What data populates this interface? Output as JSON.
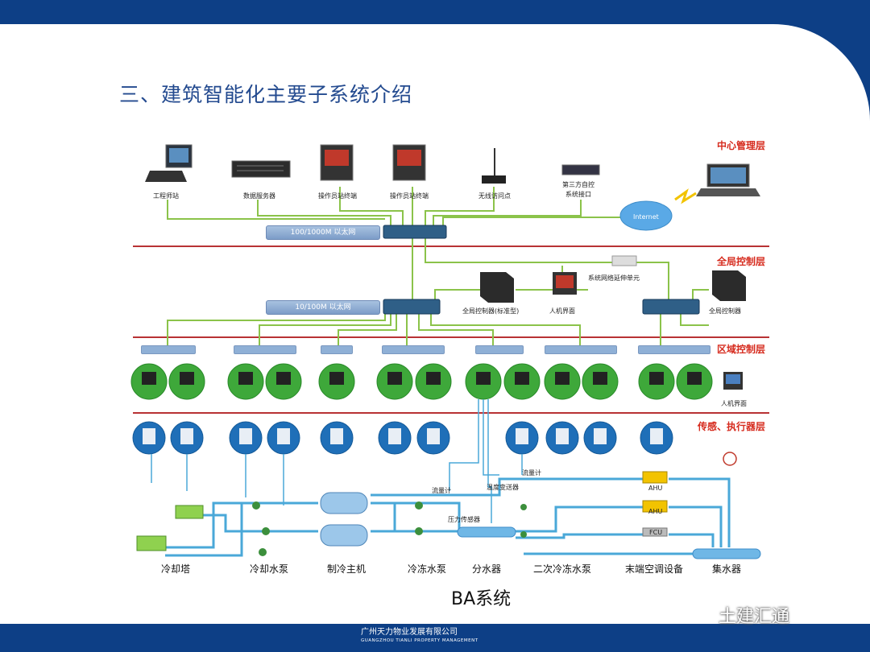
{
  "title": "三、建筑智能化主要子系统介绍",
  "layers": {
    "center": "中心管理层",
    "global": "全局控制层",
    "zone": "区域控制层",
    "sensor": "传感、执行器层"
  },
  "networks": {
    "gigabit": "100/1000M 以太网",
    "fast": "10/100M 以太网"
  },
  "center_devices": [
    "工程师站",
    "数据服务器",
    "操作员站终端",
    "操作员站终端",
    "无线访问点"
  ],
  "third_party": [
    "第三方自控",
    "系统接口"
  ],
  "internet": "Internet",
  "global_devices": {
    "controller_std": "全局控制器(标准型)",
    "hmi": "人机界面",
    "extender": "系统网络延伸单元",
    "controller": "全局控制器"
  },
  "zone_hmi": "人机界面",
  "instruments": {
    "flow1": "流量计",
    "flow2": "流量计",
    "temp": "温度变送器",
    "pressure": "压力传感器",
    "ahu1": "AHU",
    "ahu2": "AHU",
    "fcu": "FCU"
  },
  "bottom_labels": [
    "冷却塔",
    "冷却水泵",
    "制冷主机",
    "冷冻水泵",
    "分水器",
    "二次冷冻水泵",
    "末端空调设备",
    "集水器"
  ],
  "caption": "BA系统",
  "footer": {
    "company_cn": "广州天力物业发展有限公司",
    "company_en": "GUANGZHOU TIANLI PROPERTY MANAGEMENT"
  },
  "watermark": "土建汇通",
  "colors": {
    "header": "#0d3f86",
    "layer_red": "#d62b1e",
    "line_green": "#8bc34a",
    "pipe_blue": "#4aa8d8"
  }
}
